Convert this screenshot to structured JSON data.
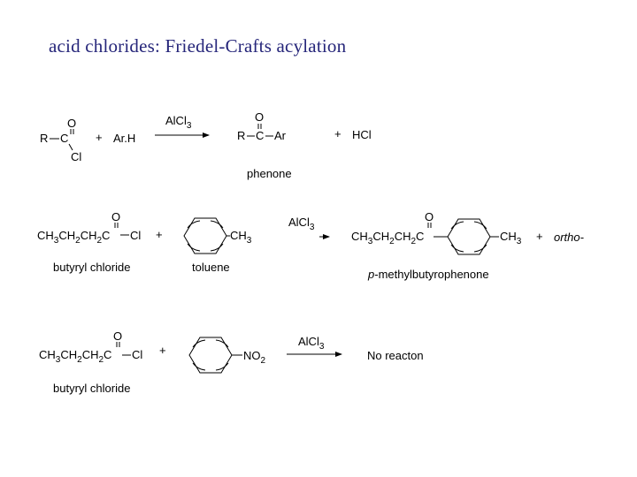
{
  "title": "acid chlorides:  Friedel-Crafts acylation",
  "rows": [
    {
      "reagent": "AlCl3",
      "reactant1": {
        "r": "R",
        "c": "C",
        "o": "O",
        "cl": "Cl"
      },
      "plus1": "+",
      "reactant2": "Ar.H",
      "product": {
        "r": "R",
        "c": "C",
        "o": "O",
        "ar": "Ar"
      },
      "plus2": "+",
      "byproduct": "HCl",
      "product_name": "phenone"
    },
    {
      "reagent": "AlCl3",
      "reactant1_prefix": "CH3CH2CH2C",
      "reactant1_cl": "Cl",
      "o": "O",
      "plus1": "+",
      "ring_substituent": "CH3",
      "reactant1_name": "butyryl chloride",
      "reactant2_name": "toluene",
      "product_prefix": "CH3CH2CH2C",
      "product_substituent": "CH3",
      "plus2": "+",
      "extra": "ortho-",
      "product_name_prefix": "p",
      "product_name": "-methylbutyrophenone"
    },
    {
      "reagent": "AlCl3",
      "reactant1_prefix": "CH3CH2CH2C",
      "reactant1_cl": "Cl",
      "o": "O",
      "plus1": "+",
      "ring_substituent": "NO2",
      "result": "No reacton",
      "reactant1_name": "butyryl chloride"
    }
  ]
}
